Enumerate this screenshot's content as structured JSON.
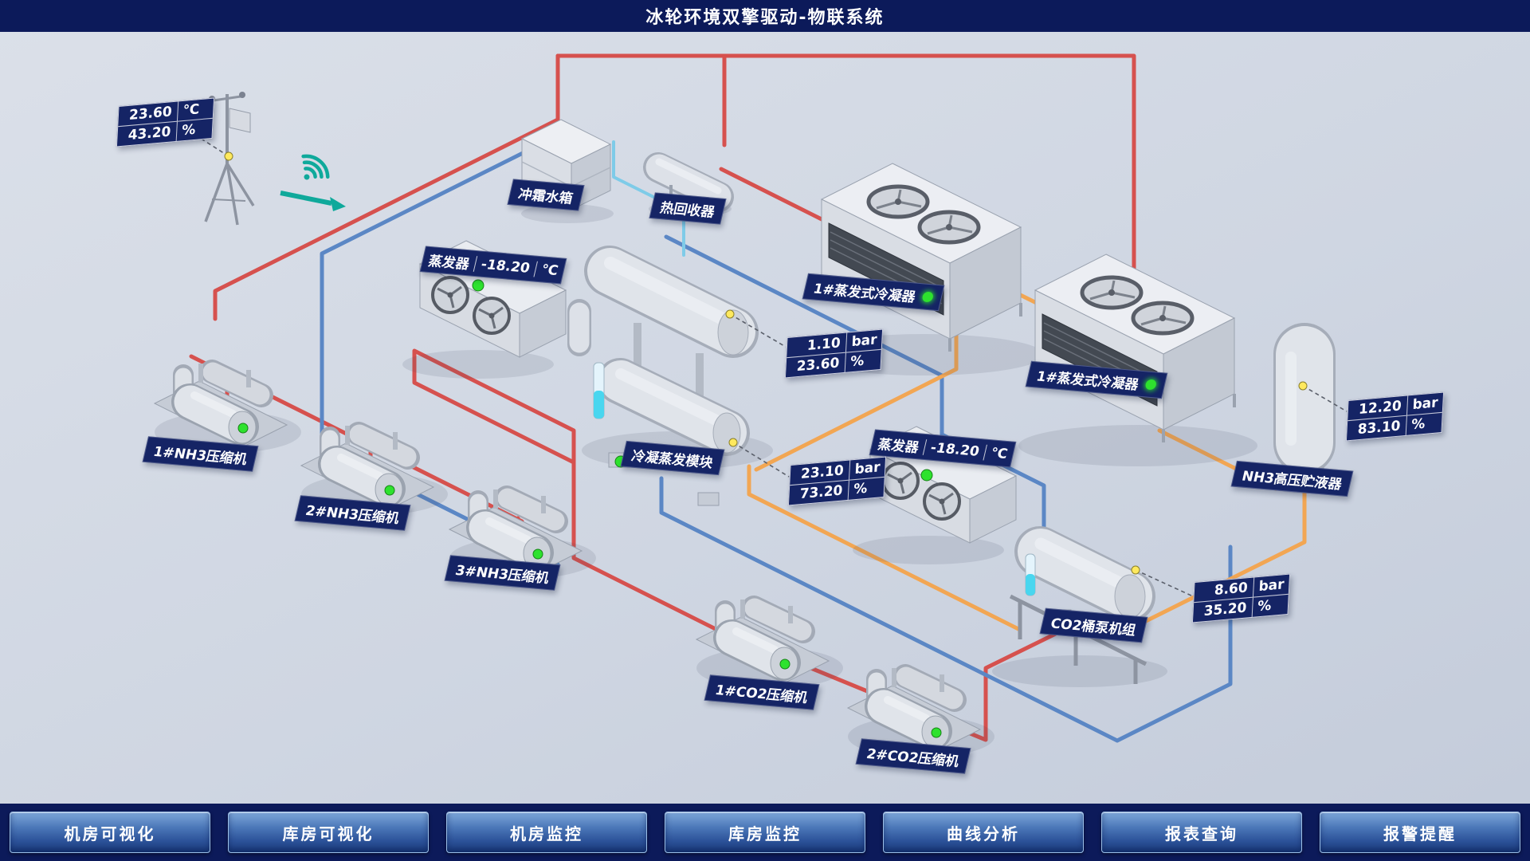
{
  "header": {
    "title": "冰轮环境双擎驱动-物联系统"
  },
  "colors": {
    "header_bg": "#0c1a5a",
    "canvas_bg": "#cfd6e2",
    "label_bg": "#152465",
    "pipe_red": "#d6514e",
    "pipe_blue": "#5b87c5",
    "pipe_orange": "#f2a653",
    "pipe_cyan": "#7ecbe8",
    "status_green": "#2ee22e",
    "sensor_yellow": "#ffe95e",
    "wifi_teal": "#0fa99b",
    "gauge_liquid": "#49d6ef"
  },
  "weather_station": {
    "rows": [
      {
        "value": "23.60",
        "unit": "℃"
      },
      {
        "value": "43.20",
        "unit": "%"
      }
    ]
  },
  "equipment_labels": {
    "defrost_tank": "冲霜水箱",
    "heat_recovery": "热回收器",
    "evaporator_left": {
      "label": "蒸发器",
      "value": "-18.20",
      "unit": "℃"
    },
    "evaporator_right": {
      "label": "蒸发器",
      "value": "-18.20",
      "unit": "℃"
    },
    "condenser_1": "1#蒸发式冷凝器",
    "condenser_2": "1#蒸发式冷凝器",
    "cond_evap_module": "冷凝蒸发模块",
    "nh3_receiver": "NH3高压贮液器",
    "nh3_compressor_1": "1#NH3压缩机",
    "nh3_compressor_2": "2#NH3压缩机",
    "nh3_compressor_3": "3#NH3压缩机",
    "co2_pump_unit": "CO2桶泵机组",
    "co2_compressor_1": "1#CO2压缩机",
    "co2_compressor_2": "2#CO2压缩机"
  },
  "gauges": {
    "vessel_top": {
      "rows": [
        {
          "value": "1.10",
          "unit": "bar"
        },
        {
          "value": "23.60",
          "unit": "%"
        }
      ]
    },
    "cond_evap": {
      "rows": [
        {
          "value": "23.10",
          "unit": "bar"
        },
        {
          "value": "73.20",
          "unit": "%"
        }
      ]
    },
    "nh3_receiver": {
      "rows": [
        {
          "value": "12.20",
          "unit": "bar"
        },
        {
          "value": "83.10",
          "unit": "%"
        }
      ]
    },
    "co2_pump": {
      "rows": [
        {
          "value": "8.60",
          "unit": "bar"
        },
        {
          "value": "35.20",
          "unit": "%"
        }
      ]
    }
  },
  "nav": {
    "items": [
      {
        "label": "机房可视化"
      },
      {
        "label": "库房可视化"
      },
      {
        "label": "机房监控"
      },
      {
        "label": "库房监控"
      },
      {
        "label": "曲线分析"
      },
      {
        "label": "报表查询"
      },
      {
        "label": "报警提醒"
      }
    ]
  }
}
